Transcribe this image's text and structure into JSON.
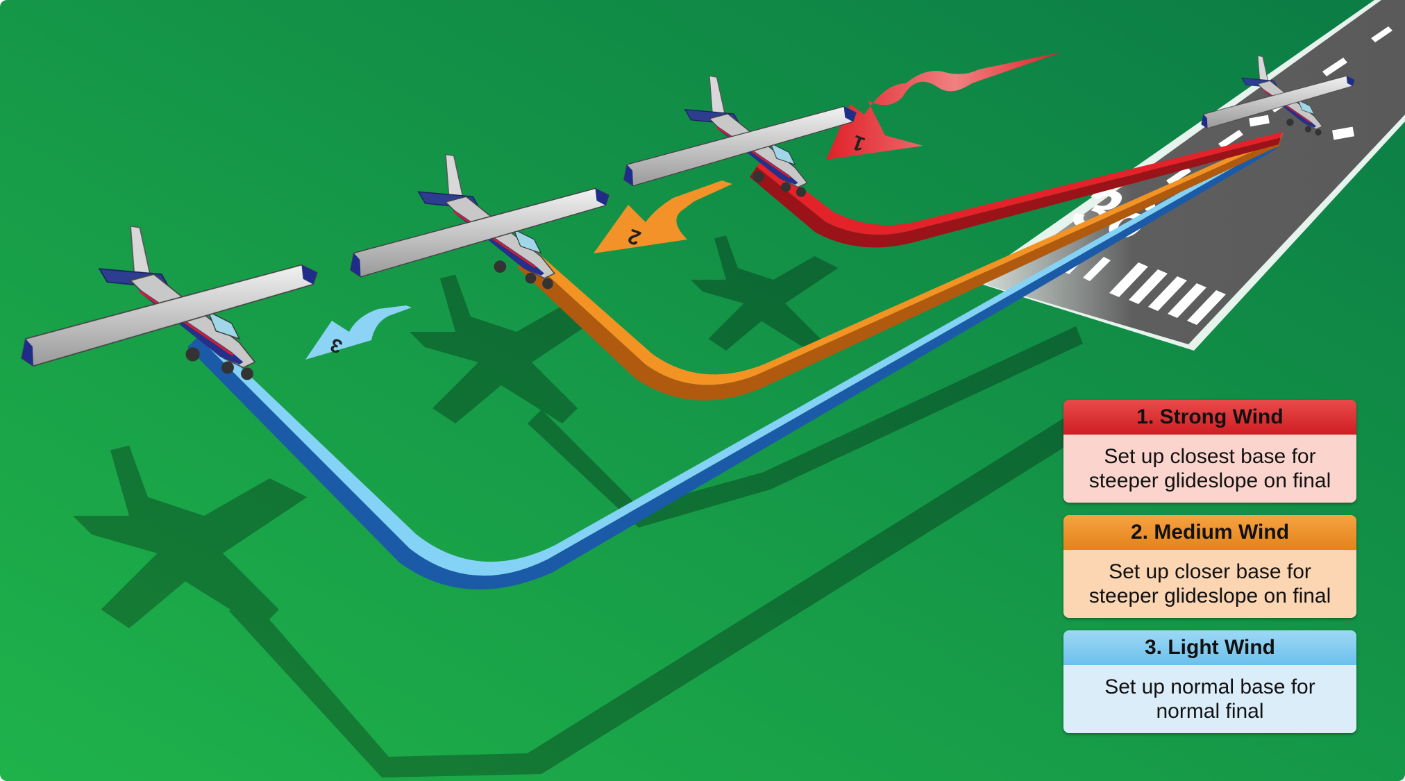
{
  "runway": {
    "number": "36"
  },
  "wind_arrows": [
    {
      "label": "1",
      "color": "#e8262d"
    },
    {
      "label": "2",
      "color": "#f4922a"
    },
    {
      "label": "3",
      "color": "#8dd3f5"
    }
  ],
  "legend": [
    {
      "title": "1. Strong Wind",
      "text_line1": "Set up closest base for",
      "text_line2": "steeper glideslope on final"
    },
    {
      "title": "2. Medium Wind",
      "text_line1": "Set up closer base for",
      "text_line2": "steeper glideslope on final"
    },
    {
      "title": "3. Light Wind",
      "text_line1": "Set up normal base for",
      "text_line2": "normal final"
    }
  ],
  "colors": {
    "ground_light": "#1fb24a",
    "ground_dark": "#0b7c45",
    "runway": "#5e5e5e",
    "strong_path": "#e3222a",
    "medium_path": "#f39324",
    "light_path": "#84d3f6"
  }
}
